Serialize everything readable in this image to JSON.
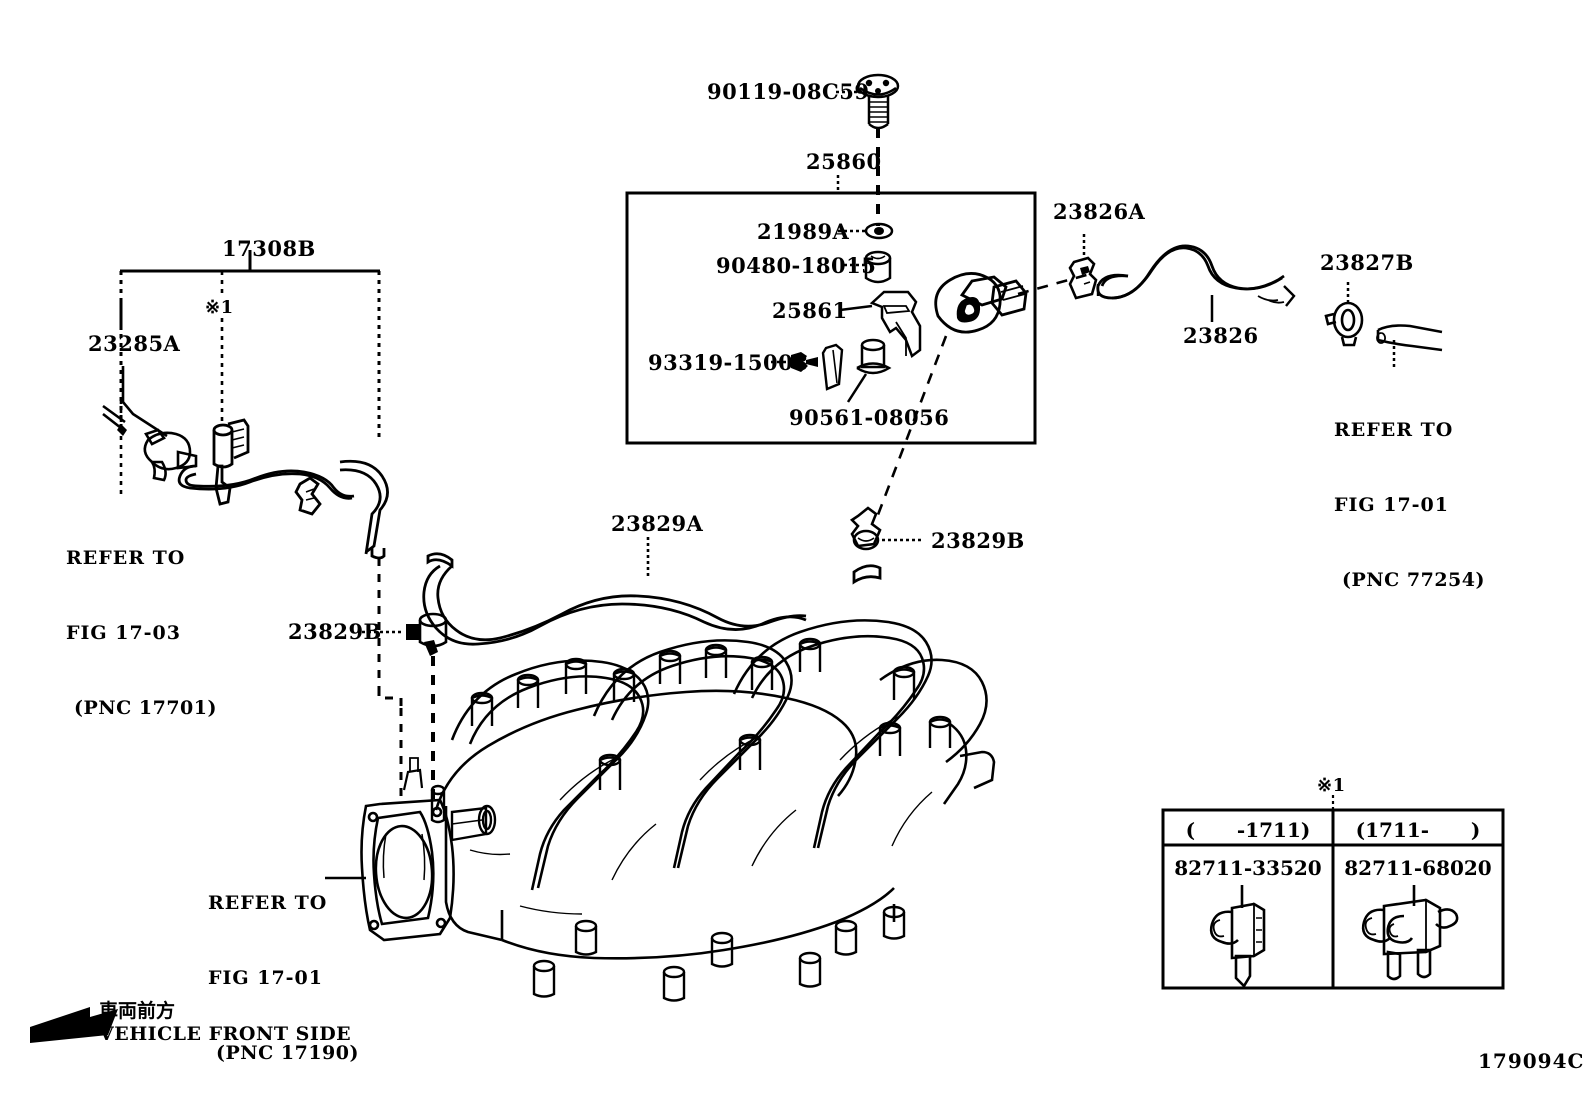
{
  "figure": {
    "code": "179094C",
    "title_group": "intake-manifold-vacuum-hose-diagram"
  },
  "callouts": {
    "bolt_90119": "90119-08C59",
    "assy_25860": "25860",
    "grommet_21989a": "21989A",
    "cushion_90480": "90480-18015",
    "bracket_25861": "25861",
    "screw_93319": "93319-15008",
    "collar_90561": "90561-08056",
    "clip_23826a": "23826A",
    "hose_23826": "23826",
    "clip_23827b": "23827B",
    "harness_17308b": "17308B",
    "mark_1_left": "※1",
    "sensor_23285a": "23285A",
    "hose_23829a": "23829A",
    "clip_23829b_right": "23829B",
    "clip_23829b_left": "23829B"
  },
  "refer_blocks": {
    "left": {
      "line1": "REFER TO",
      "line2": "FIG 17-03",
      "line3": "(PNC 17701)"
    },
    "right": {
      "line1": "REFER TO",
      "line2": "FIG 17-01",
      "line3": "(PNC 77254)"
    },
    "bottom": {
      "line1": "REFER TO",
      "line2": "FIG 17-01",
      "line3": "(PNC 17190)"
    }
  },
  "variant_table": {
    "mark": "※1",
    "columns": [
      {
        "range": "(      -1711)",
        "part": "82711-33520"
      },
      {
        "range": "(1711-      )",
        "part": "82711-68020"
      }
    ]
  },
  "front_indicator": {
    "japanese": "車両前方",
    "english": "VEHICLE FRONT SIDE",
    "arrow": "arrow-left-icon"
  },
  "colors": {
    "ink": "#000000",
    "paper": "#ffffff"
  }
}
